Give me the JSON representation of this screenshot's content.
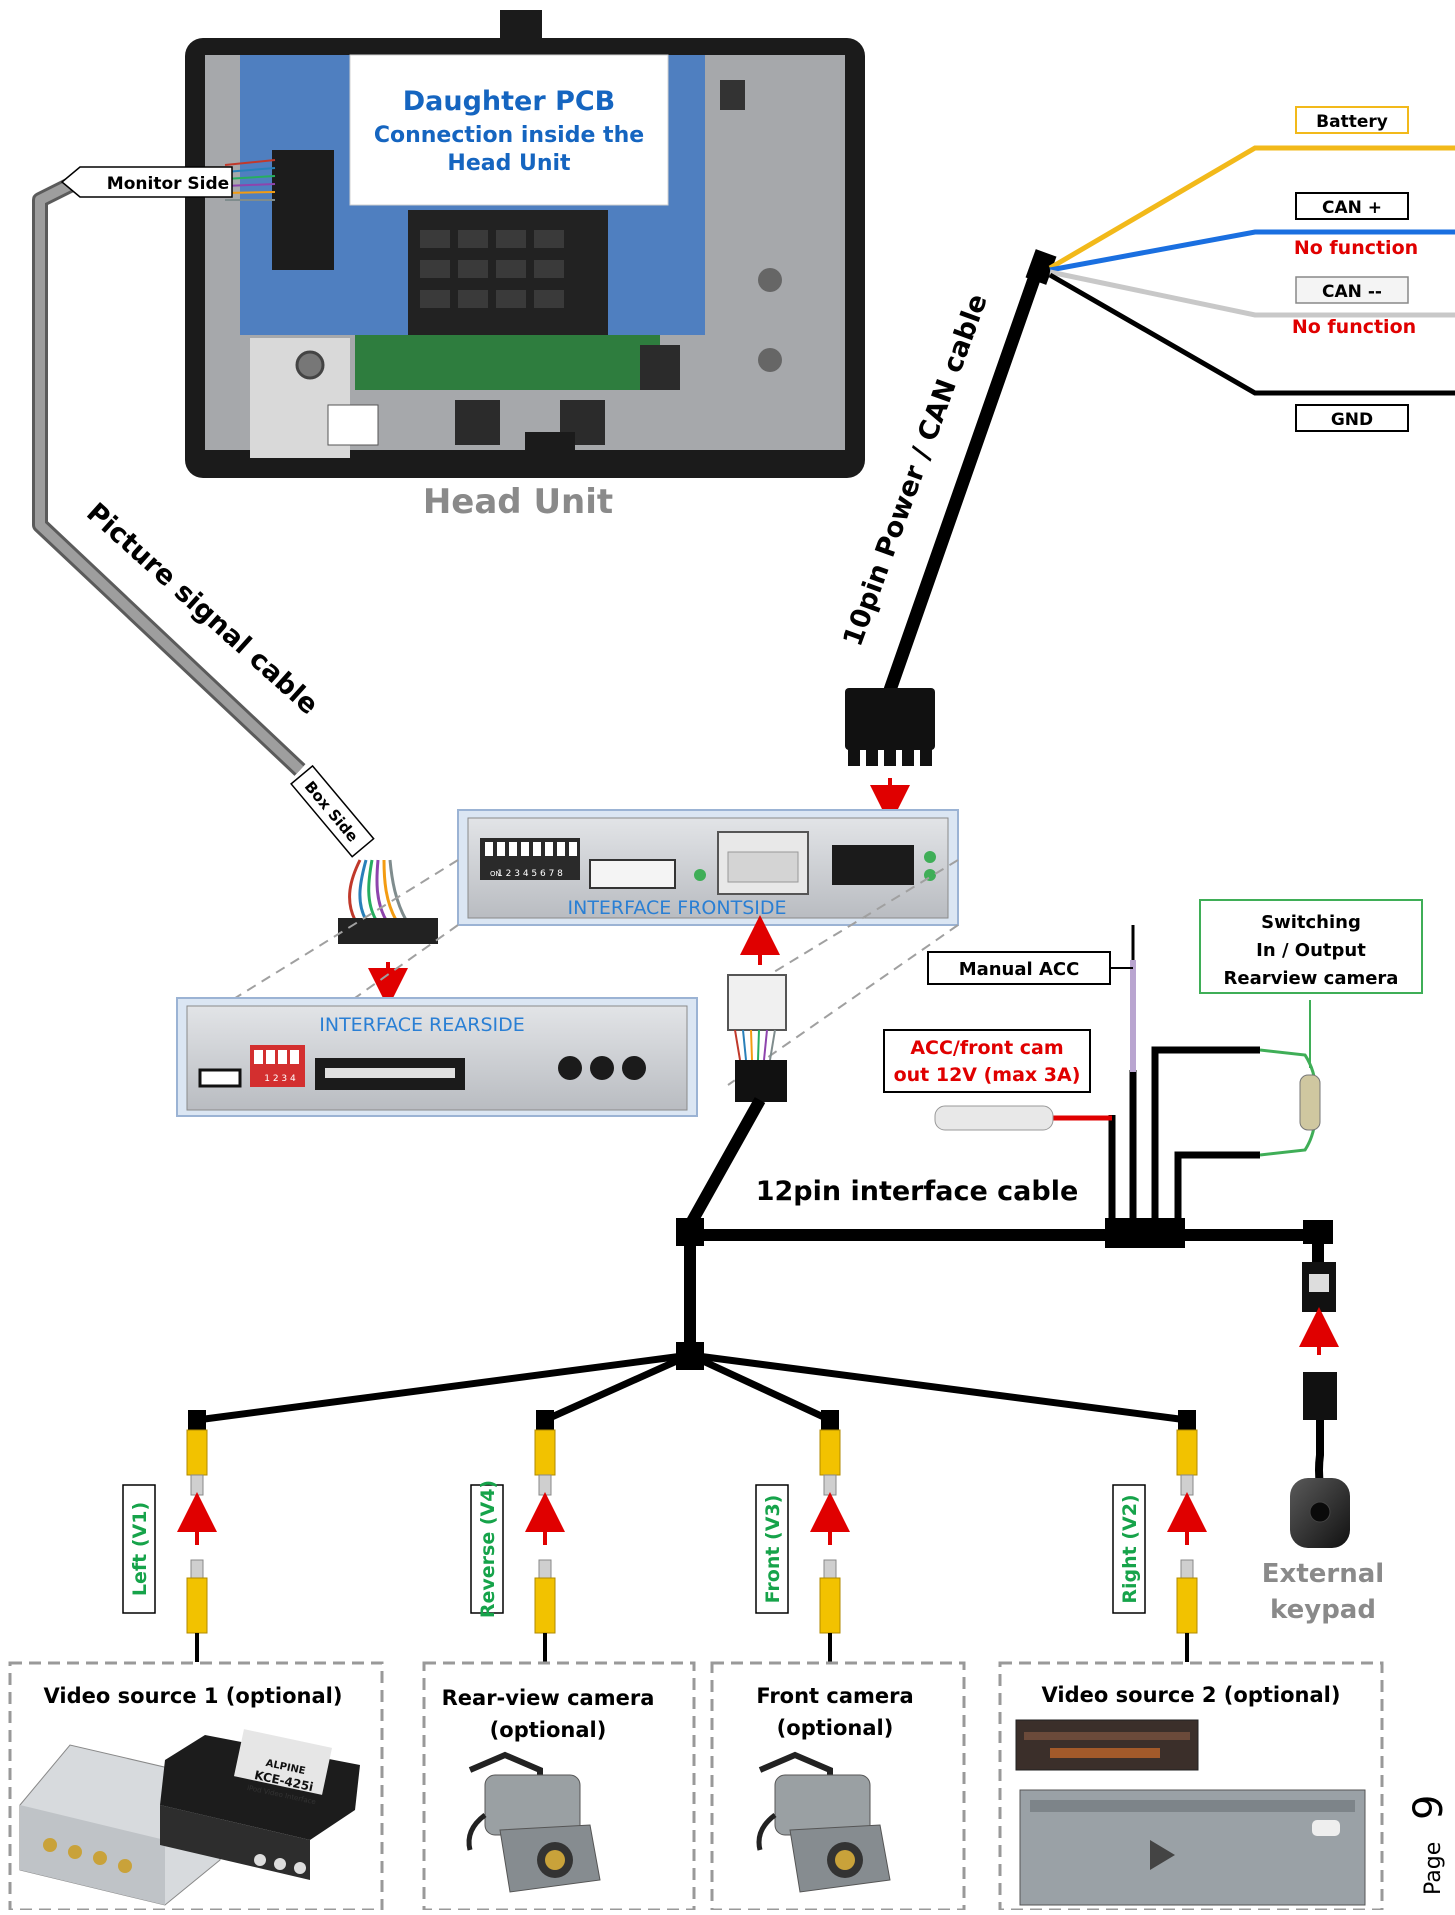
{
  "head_unit": {
    "title": "Head Unit",
    "daughter_pcb_line1": "Daughter PCB",
    "daughter_pcb_line2": "Connection inside the",
    "daughter_pcb_line3": "Head Unit",
    "monitor_side": "Monitor Side"
  },
  "cables": {
    "picture_signal": "Picture signal cable",
    "box_side": "Box Side",
    "power_can": "10pin Power / CAN cable",
    "interface_12pin": "12pin interface cable"
  },
  "power_wires": {
    "battery": "Battery",
    "can_plus": "CAN +",
    "can_plus_note": "No function",
    "can_minus": "CAN --",
    "can_minus_note": "No function",
    "gnd": "GND"
  },
  "interface": {
    "frontside": "INTERFACE  FRONTSIDE",
    "rearside": "INTERFACE  REARSIDE",
    "dip_front": "1 2 3 4 5 6 7 8",
    "dip_on": "ON",
    "dip_rear": "1 2 3 4"
  },
  "accessories": {
    "manual_acc": "Manual ACC",
    "acc_front_cam_line1": "ACC/front cam",
    "acc_front_cam_line2": "out  12V (max 3A)",
    "switching_line1": "Switching",
    "switching_line2": "In / Output",
    "switching_line3": "Rearview camera",
    "external_keypad_line1": "External",
    "external_keypad_line2": "keypad"
  },
  "video_inputs": [
    {
      "label": "Left (V1)"
    },
    {
      "label": "Reverse (V4)"
    },
    {
      "label": "Front  (V3)"
    },
    {
      "label": "Right  (V2)"
    }
  ],
  "sources": {
    "video_source_1": "Video source 1 (optional)",
    "rear_camera_line1": "Rear-view camera",
    "rear_camera_line2": "(optional)",
    "front_camera_line1": "Front camera",
    "front_camera_line2": "(optional)",
    "video_source_2": "Video source 2 (optional)",
    "alpine_brand": "ALPINE",
    "alpine_model": "KCE-425i",
    "alpine_sub": "iPod Video Interface"
  },
  "page": {
    "label": "Page",
    "number": "9"
  },
  "colors": {
    "battery_wire": "#f2b91a",
    "can_plus_wire": "#1a6fe0",
    "can_minus_wire": "#c8c8c8",
    "gnd_wire": "#000000",
    "arrow": "#e00000",
    "video_label": "#16a34a",
    "pcb_title": "#1565c0"
  }
}
